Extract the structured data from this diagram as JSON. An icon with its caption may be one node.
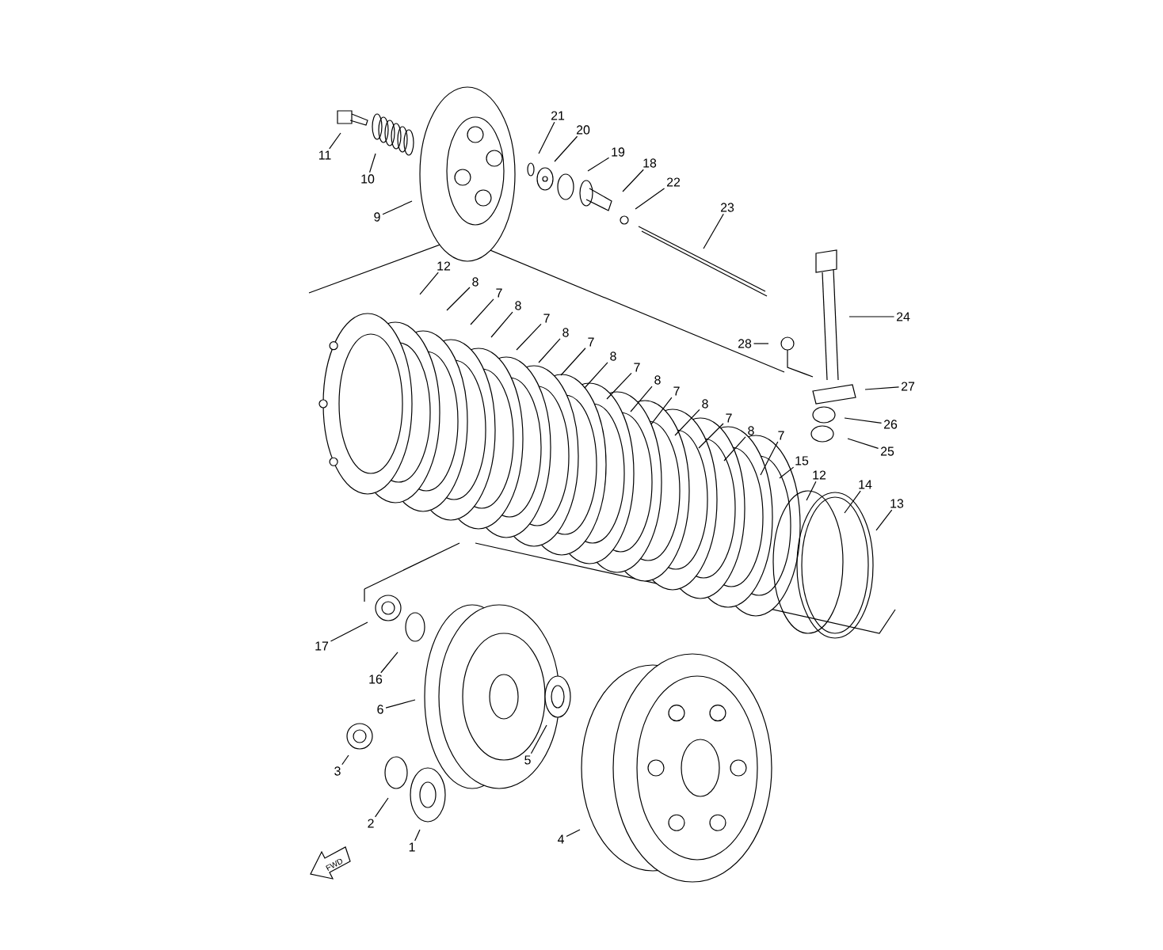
{
  "diagram": {
    "nodes": [
      {
        "text": [
          "11"
        ]
      },
      {
        "text": [
          "10"
        ]
      },
      {
        "text": [
          "9"
        ]
      },
      {
        "text": [
          "21"
        ]
      },
      {
        "text": [
          "20"
        ]
      },
      {
        "text": [
          "19"
        ]
      },
      {
        "text": [
          "18"
        ]
      },
      {
        "text": [
          "22"
        ]
      },
      {
        "text": [
          "23"
        ]
      },
      {
        "text": [
          "12"
        ]
      },
      {
        "text": [
          "8"
        ]
      },
      {
        "text": [
          "7"
        ]
      },
      {
        "text": [
          "8"
        ]
      },
      {
        "text": [
          "7"
        ]
      },
      {
        "text": [
          "8"
        ]
      },
      {
        "text": [
          "7"
        ]
      },
      {
        "text": [
          "8"
        ]
      },
      {
        "text": [
          "7"
        ]
      },
      {
        "text": [
          "8"
        ]
      },
      {
        "text": [
          "7"
        ]
      },
      {
        "text": [
          "8"
        ]
      },
      {
        "text": [
          "7"
        ]
      },
      {
        "text": [
          "8"
        ]
      },
      {
        "text": [
          "7"
        ]
      },
      {
        "text": [
          "24"
        ]
      },
      {
        "text": [
          "28"
        ]
      },
      {
        "text": [
          "27"
        ]
      },
      {
        "text": [
          "26"
        ]
      },
      {
        "text": [
          "25"
        ]
      },
      {
        "text": [
          "15"
        ]
      },
      {
        "text": [
          "12"
        ]
      },
      {
        "text": [
          "14"
        ]
      },
      {
        "text": [
          "13"
        ]
      },
      {
        "text": [
          "17"
        ]
      },
      {
        "text": [
          "16"
        ]
      },
      {
        "text": [
          "6"
        ]
      },
      {
        "text": [
          "5"
        ]
      },
      {
        "text": [
          "3"
        ]
      },
      {
        "text": [
          "2"
        ]
      },
      {
        "text": [
          "1"
        ]
      },
      {
        "text": [
          "4"
        ]
      }
    ],
    "edges": [
      {
        "from": 0,
        "to": null,
        "arrow": "none"
      },
      {
        "from": 1,
        "to": null,
        "arrow": "none"
      },
      {
        "from": 2,
        "to": null,
        "arrow": "none"
      },
      {
        "from": 3,
        "to": null,
        "arrow": "none"
      },
      {
        "from": 4,
        "to": null,
        "arrow": "none"
      },
      {
        "from": 5,
        "to": null,
        "arrow": "none"
      },
      {
        "from": 6,
        "to": null,
        "arrow": "none"
      },
      {
        "from": 7,
        "to": null,
        "arrow": "none"
      },
      {
        "from": 8,
        "to": null,
        "arrow": "none"
      },
      {
        "from": 9,
        "to": null,
        "arrow": "none"
      },
      {
        "from": 10,
        "to": null,
        "arrow": "none"
      },
      {
        "from": 11,
        "to": null,
        "arrow": "none"
      },
      {
        "from": 12,
        "to": null,
        "arrow": "none"
      },
      {
        "from": 13,
        "to": null,
        "arrow": "none"
      },
      {
        "from": 14,
        "to": null,
        "arrow": "none"
      },
      {
        "from": 15,
        "to": null,
        "arrow": "none"
      },
      {
        "from": 16,
        "to": null,
        "arrow": "none"
      },
      {
        "from": 17,
        "to": null,
        "arrow": "none"
      },
      {
        "from": 18,
        "to": null,
        "arrow": "none"
      },
      {
        "from": 19,
        "to": null,
        "arrow": "none"
      },
      {
        "from": 20,
        "to": null,
        "arrow": "none"
      },
      {
        "from": 21,
        "to": null,
        "arrow": "none"
      },
      {
        "from": 22,
        "to": null,
        "arrow": "none"
      },
      {
        "from": 23,
        "to": null,
        "arrow": "none"
      },
      {
        "from": 24,
        "to": null,
        "arrow": "none"
      },
      {
        "from": 25,
        "to": null,
        "arrow": "none"
      },
      {
        "from": 26,
        "to": null,
        "arrow": "none"
      },
      {
        "from": 27,
        "to": null,
        "arrow": "none"
      },
      {
        "from": 28,
        "to": null,
        "arrow": "none"
      },
      {
        "from": 29,
        "to": null,
        "arrow": "none"
      },
      {
        "from": 30,
        "to": null,
        "arrow": "none"
      },
      {
        "from": 31,
        "to": null,
        "arrow": "none"
      },
      {
        "from": 32,
        "to": null,
        "arrow": "none"
      },
      {
        "from": 33,
        "to": null,
        "arrow": "none"
      },
      {
        "from": 34,
        "to": null,
        "arrow": "none"
      },
      {
        "from": 35,
        "to": null,
        "arrow": "none"
      },
      {
        "from": 36,
        "to": null,
        "arrow": "none"
      },
      {
        "from": 37,
        "to": null,
        "arrow": "none"
      },
      {
        "from": 38,
        "to": null,
        "arrow": "none"
      },
      {
        "from": 39,
        "to": null,
        "arrow": "none"
      },
      {
        "from": 40,
        "to": null,
        "arrow": "none"
      }
    ],
    "labels": [
      "FWD"
    ]
  }
}
